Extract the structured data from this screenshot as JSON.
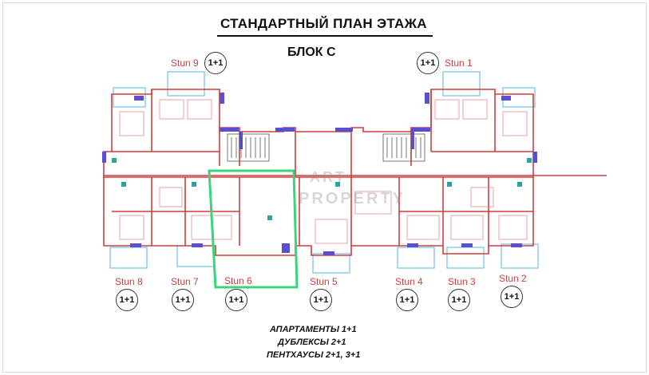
{
  "header": {
    "title": "СТАНДАРТНЫЙ ПЛАН ЭТАЖА",
    "block": "БЛОК С"
  },
  "units": {
    "stun9": {
      "label": "Stun 9",
      "type": "1+1"
    },
    "stun1": {
      "label": "Stun 1",
      "type": "1+1"
    },
    "stun8": {
      "label": "Stun 8",
      "type": "1+1"
    },
    "stun7": {
      "label": "Stun 7",
      "type": "1+1"
    },
    "stun6": {
      "label": "Stun 6",
      "type": "1+1"
    },
    "stun5": {
      "label": "Stun 5",
      "type": "1+1"
    },
    "stun4": {
      "label": "Stun 4",
      "type": "1+1"
    },
    "stun3": {
      "label": "Stun 3",
      "type": "1+1"
    },
    "stun2": {
      "label": "Stun 2",
      "type": "1+1"
    }
  },
  "legend": {
    "line1": "АПАРТАМЕНТЫ 1+1",
    "line2": "ДУБЛЕКСЫ 2+1",
    "line3": "ПЕНТХАУСЫ 2+1, 3+1"
  },
  "watermark": {
    "line1": "ART",
    "line2": "PROPERTY"
  },
  "colors": {
    "wall": "#d23c3c",
    "window": "#5a4fcf",
    "balcony": "#6ec3e8",
    "highlight": "#3bd47a"
  }
}
